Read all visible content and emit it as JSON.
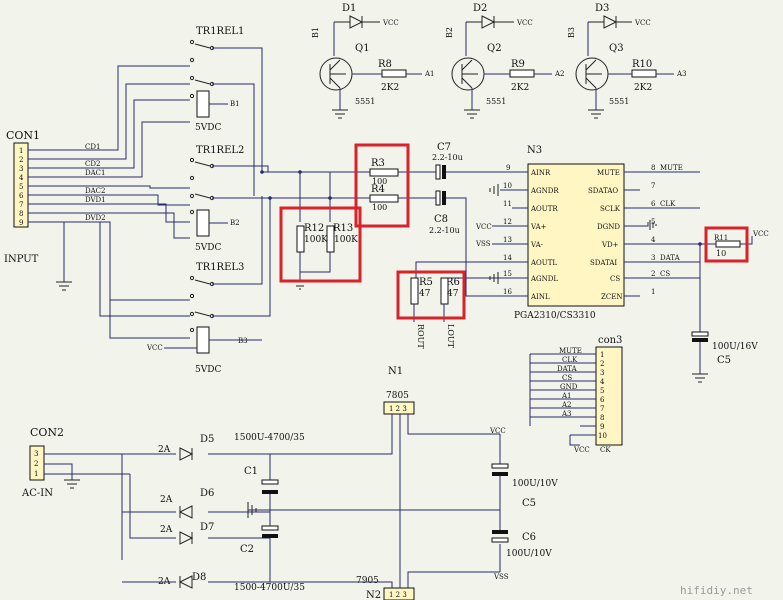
{
  "con1": {
    "name": "CON1",
    "label": "INPUT",
    "pins": [
      "1",
      "2",
      "3",
      "4",
      "5",
      "6",
      "7",
      "8",
      "9"
    ],
    "signals": [
      "CD1",
      "CD2",
      "DAC1",
      "DAC2",
      "DVD1",
      "DVD2"
    ]
  },
  "relays": [
    {
      "name": "TR1REL1",
      "coil": "B1",
      "voltage": "5VDC"
    },
    {
      "name": "TR1REL2",
      "coil": "B2",
      "voltage": "5VDC"
    },
    {
      "name": "TR1REL3",
      "coil": "B3",
      "voltage": "5VDC"
    }
  ],
  "drivers": [
    {
      "diode": "D1",
      "base": "B1",
      "transistor": "Q1",
      "part": "5551",
      "resistor": "R8",
      "value": "2K2",
      "net": "A1"
    },
    {
      "diode": "D2",
      "base": "B2",
      "transistor": "Q2",
      "part": "5551",
      "resistor": "R9",
      "value": "2K2",
      "net": "A2"
    },
    {
      "diode": "D3",
      "base": "B3",
      "transistor": "Q3",
      "part": "5551",
      "resistor": "R10",
      "value": "2K2",
      "net": "A3"
    }
  ],
  "vcc": "VCC",
  "vss": "VSS",
  "passives": {
    "r3": {
      "name": "R3",
      "value": "100"
    },
    "r4": {
      "name": "R4",
      "value": "100"
    },
    "r12": {
      "name": "R12",
      "value": "100K"
    },
    "r13": {
      "name": "R13",
      "value": "100K"
    },
    "r5": {
      "name": "R5",
      "value": "47"
    },
    "r6": {
      "name": "R6",
      "value": "47"
    },
    "r11": {
      "name": "R11",
      "value": "10"
    },
    "c7": {
      "name": "C7",
      "value": "2.2-10u"
    },
    "c8": {
      "name": "C8",
      "value": "2.2-10u"
    },
    "c5a": {
      "name": "C5",
      "value": "100U/16V"
    }
  },
  "outputs": {
    "rout": "ROUT",
    "lout": "LOUT"
  },
  "n3": {
    "name": "N3",
    "part": "PGA2310/CS3310",
    "left_pins": [
      {
        "num": "9",
        "name": "AINR"
      },
      {
        "num": "10",
        "name": "AGNDR"
      },
      {
        "num": "11",
        "name": "AOUTR"
      },
      {
        "num": "12",
        "name": "VA+"
      },
      {
        "num": "13",
        "name": "VA-"
      },
      {
        "num": "14",
        "name": "AOUTL"
      },
      {
        "num": "15",
        "name": "AGNDL"
      },
      {
        "num": "16",
        "name": "AINL"
      }
    ],
    "right_pins": [
      {
        "num": "8",
        "name": "MUTE",
        "net": "MUTE"
      },
      {
        "num": "7",
        "name": "SDATAO",
        "net": ""
      },
      {
        "num": "6",
        "name": "SCLK",
        "net": "CLK"
      },
      {
        "num": "5",
        "name": "DGND",
        "net": ""
      },
      {
        "num": "4",
        "name": "VD+",
        "net": ""
      },
      {
        "num": "3",
        "name": "SDATAI",
        "net": "DATA"
      },
      {
        "num": "2",
        "name": "CS",
        "net": "CS"
      },
      {
        "num": "1",
        "name": "ZCEN",
        "net": ""
      }
    ]
  },
  "con3": {
    "name": "con3",
    "label": "CK",
    "pins": [
      "1",
      "2",
      "3",
      "4",
      "5",
      "6",
      "7",
      "8",
      "9",
      "10"
    ],
    "nets": [
      "MUTE",
      "CLK",
      "DATA",
      "CS",
      "GND",
      "A1",
      "A2",
      "A3",
      "",
      ""
    ]
  },
  "psu": {
    "con2": {
      "name": "CON2",
      "label": "AC-IN",
      "pins": [
        "3",
        "2",
        "1"
      ]
    },
    "diodes": [
      {
        "name": "D5",
        "rating": "2A"
      },
      {
        "name": "D6",
        "rating": "2A"
      },
      {
        "name": "D7",
        "rating": "2A"
      },
      {
        "name": "D8",
        "rating": "2A"
      }
    ],
    "c1": {
      "name": "C1",
      "value": "1500U-4700/35"
    },
    "c2": {
      "name": "C2",
      "value": "1500-4700U/35"
    },
    "n1": {
      "name": "N1",
      "part": "7805",
      "pins": "1 2 3"
    },
    "n2": {
      "name": "N2",
      "part": "7905",
      "pins": "1 2 3"
    },
    "c5": {
      "name": "C5",
      "value": "100U/10V"
    },
    "c6": {
      "name": "C6",
      "value": "100U/10V"
    }
  },
  "watermark": "hifidiy.net"
}
